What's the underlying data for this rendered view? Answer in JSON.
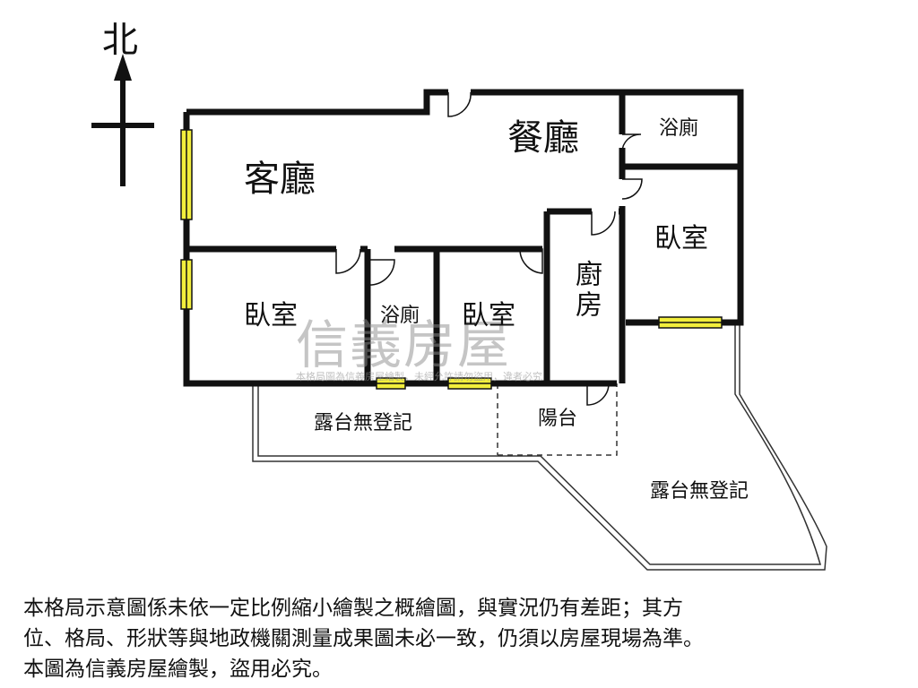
{
  "compass": {
    "north_label": "北"
  },
  "rooms": {
    "living_room": "客廳",
    "dining_room": "餐廳",
    "bath_ne": "浴廁",
    "bedroom_east": "臥室",
    "bedroom_sw": "臥室",
    "bath_center": "浴廁",
    "bedroom_center": "臥室",
    "kitchen": "廚房",
    "terrace_west": "露台無登記",
    "balcony": "陽台",
    "terrace_east": "露台無登記"
  },
  "watermark": {
    "logo_text": "信義房屋",
    "line_text": "本格局圖為信義房屋繪製，未經允許請勿盜用，違者必究"
  },
  "disclaimer": {
    "line1": "本格局示意圖係未依一定比例縮小繪製之概繪圖，與實況仍有差距；其方",
    "line2": "位、格局、形狀等與地政機關測量成果圖未必一致，仍須以房屋現場為準。",
    "line3": "本圖為信義房屋繪製，盜用必究。"
  },
  "colors": {
    "wall": "#111111",
    "window": "#f2ee3c",
    "terrace_line": "#333333"
  }
}
